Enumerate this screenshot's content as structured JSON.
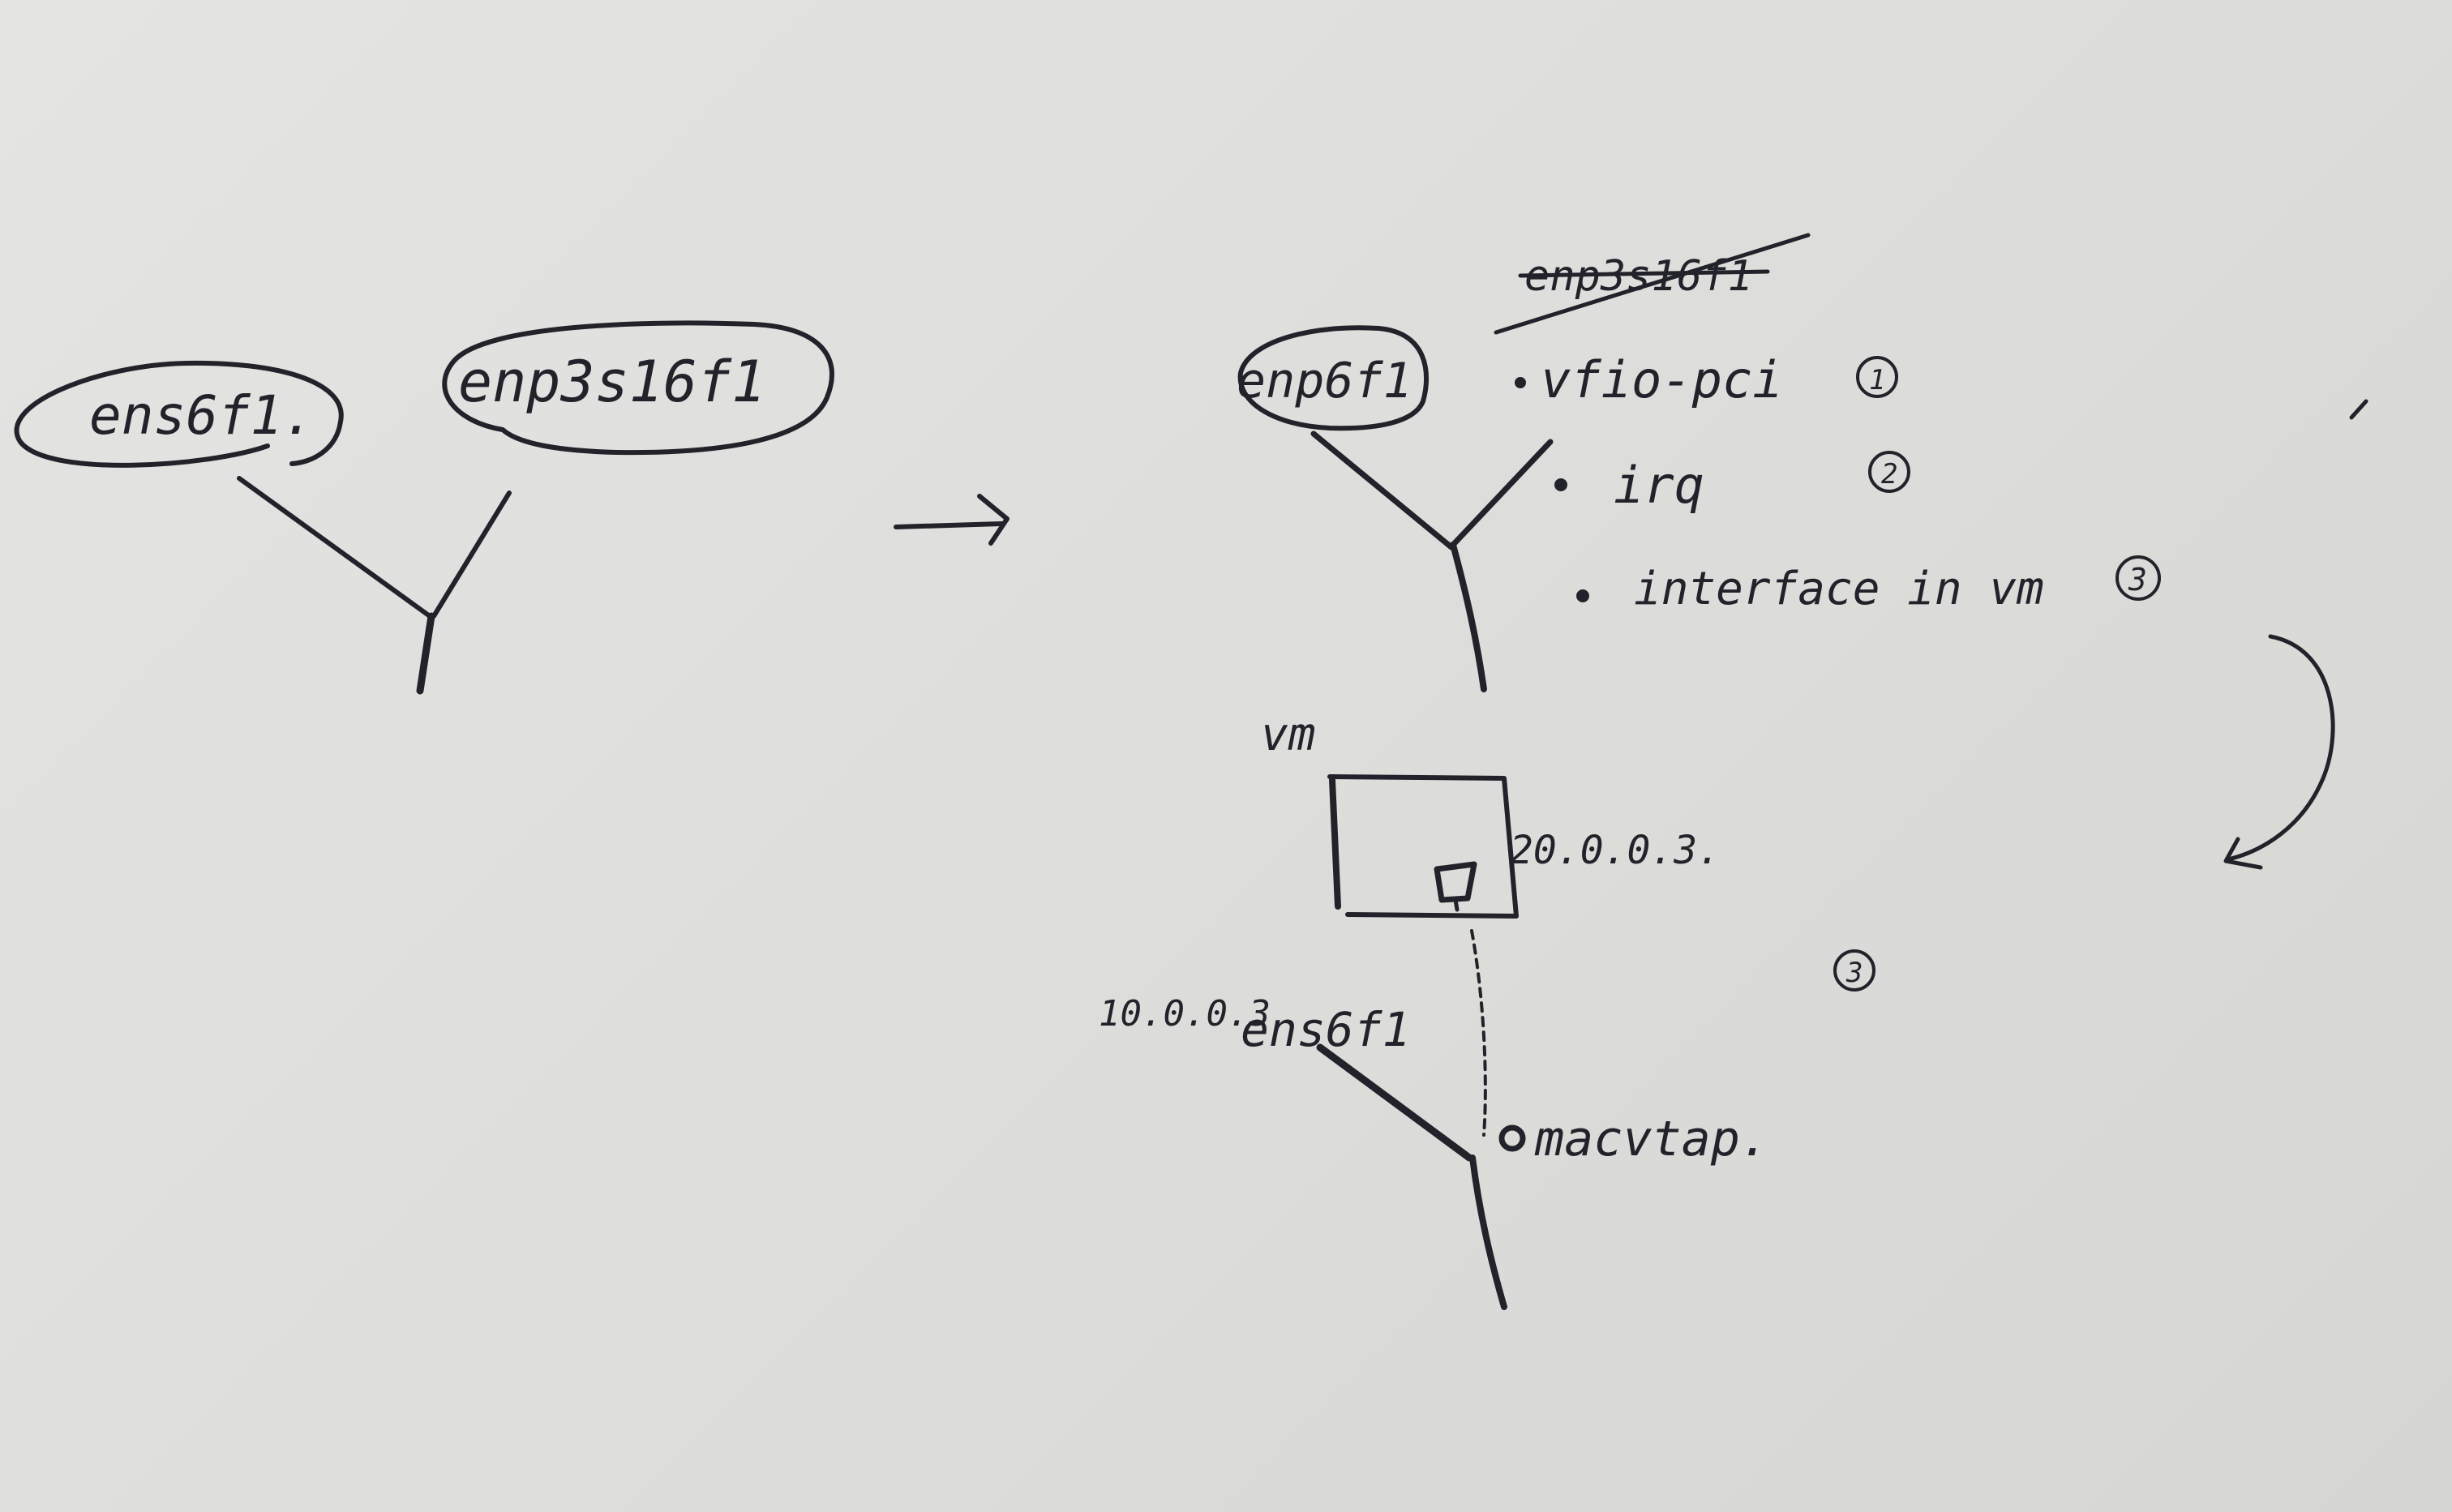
{
  "left_diagram": {
    "iface_a": "ens6f1.",
    "iface_b": "enp3s16f1"
  },
  "arrow": "→",
  "right_diagram": {
    "iface": "enp6f1",
    "struck_label": "enp3s16f1",
    "steps": [
      {
        "text": "vfio-pci",
        "number": "1"
      },
      {
        "text": "irq",
        "number": "2"
      },
      {
        "text": "interface in vm",
        "number": "3"
      }
    ]
  },
  "vm_diagram": {
    "vm_label": "vm",
    "vm_ip": "20.0.0.3.",
    "host_ip": "10.0.0.3",
    "host_iface": "ens6f1",
    "macvtap_label": "macvtap.",
    "step_marker": "3"
  }
}
